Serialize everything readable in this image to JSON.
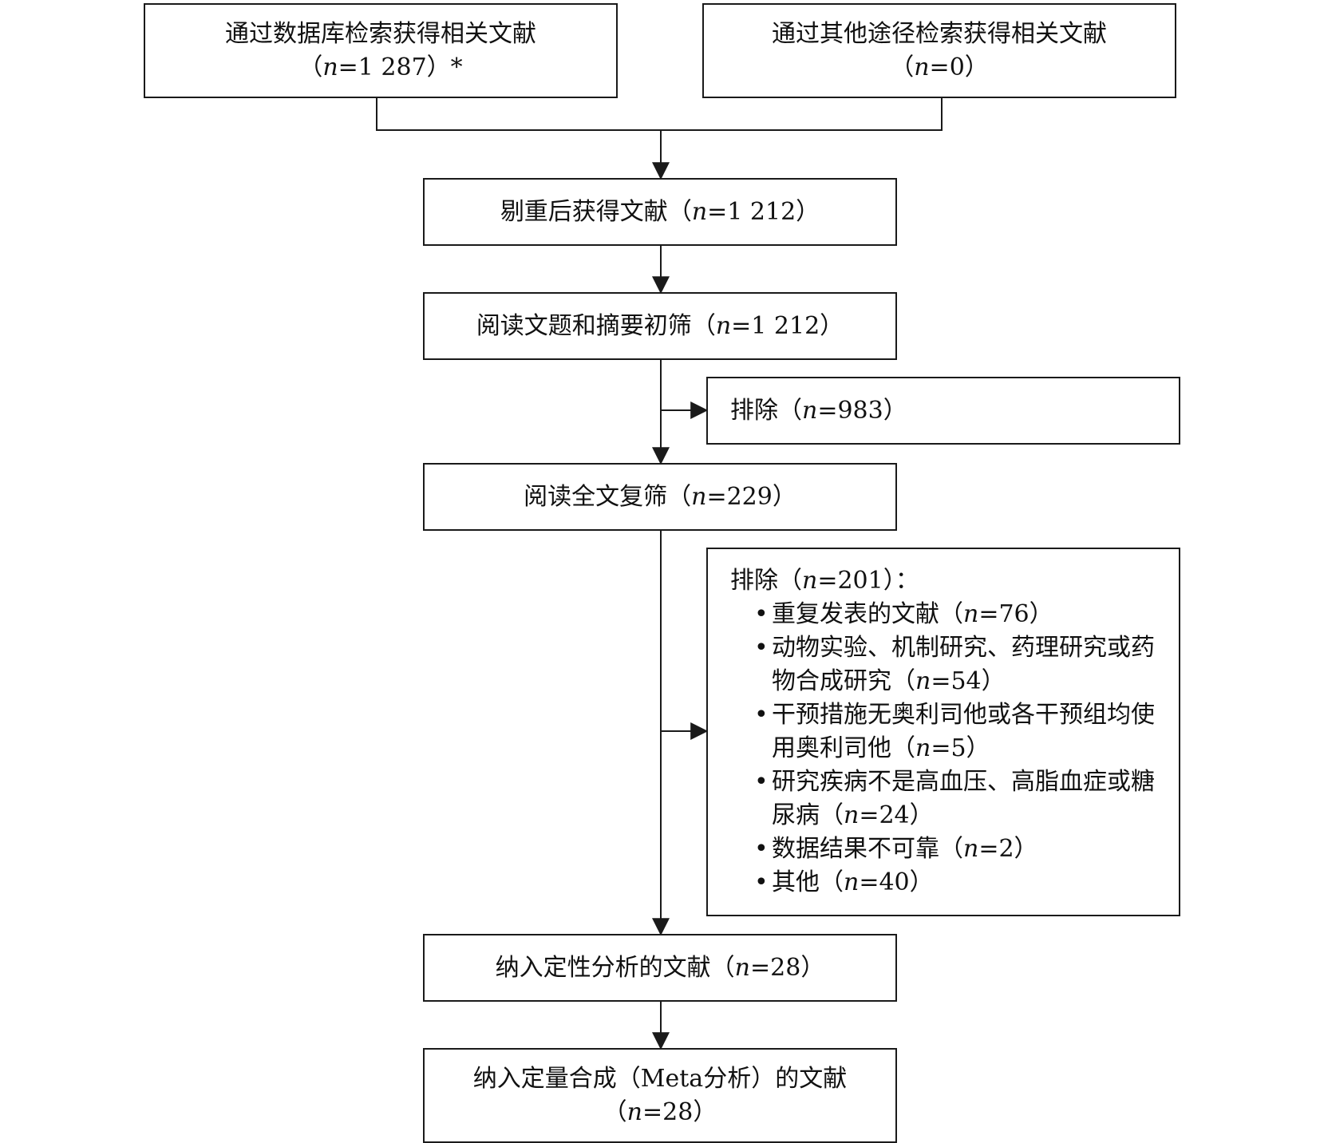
{
  "diagram": {
    "database_box": {
      "label": "通过数据库检索获得相关文献",
      "count": "（n=1 287）*"
    },
    "other_source_box": {
      "label": "通过其他途径检索获得相关文献",
      "count": "（n=0）"
    },
    "dedup_box": {
      "label": "剔重后获得文献",
      "count": "（n=1 212）"
    },
    "title_abstract_box": {
      "label": "阅读文题和摘要初筛",
      "count": "（n=1 212）"
    },
    "exclude_first_box": {
      "label": "排除",
      "count": "（n=983）"
    },
    "fulltext_box": {
      "label": "阅读全文复筛",
      "count": "（n=229）"
    },
    "exclude_second_box": {
      "label": "排除",
      "count": "（n=201）：",
      "reasons": [
        "重复发表的文献（n=76）",
        "动物实验、机制研究、药理研究或药物合成研究（n=54）",
        "干预措施无奥利司他或各干预组均使用奥利司他（n=5）",
        "研究疾病不是高血压、高脂血症或糖尿病（n=24）",
        "数据结果不可靠（n=2）",
        "其他（n=40）"
      ]
    },
    "qualitative_box": {
      "label": "纳入定性分析的文献",
      "count": "（n=28）"
    },
    "quantitative_box": {
      "label": "纳入定量合成（Meta分析）的文献",
      "count": "（n=28）"
    }
  }
}
